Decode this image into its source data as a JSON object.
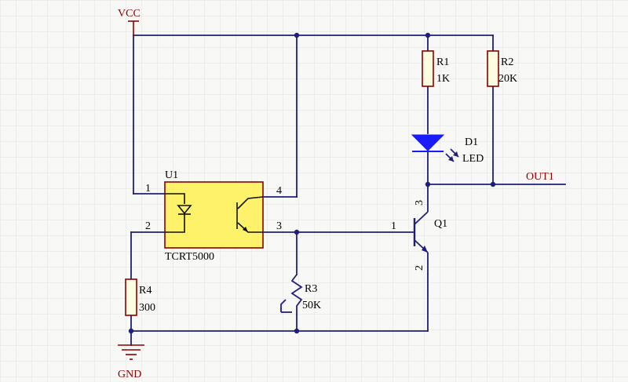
{
  "colors": {
    "wire": "#1f1f7a",
    "pin": "#8b0000",
    "component_fill": "#fffde0",
    "optocoupler_fill": "#fdf26a",
    "led_fill": "#1a1aff",
    "grid": "#e2e2dc"
  },
  "power": {
    "vcc": "VCC",
    "gnd": "GND"
  },
  "nets": {
    "out1": "OUT1"
  },
  "components": {
    "u1": {
      "ref": "U1",
      "value": "TCRT5000",
      "pins": [
        "1",
        "2",
        "3",
        "4"
      ]
    },
    "r1": {
      "ref": "R1",
      "value": "1K"
    },
    "r2": {
      "ref": "R2",
      "value": "20K"
    },
    "d1": {
      "ref": "D1",
      "value": "LED"
    },
    "q1": {
      "ref": "Q1",
      "pins": [
        "1",
        "2",
        "3"
      ]
    },
    "r3": {
      "ref": "R3",
      "value": "50K"
    },
    "r4": {
      "ref": "R4",
      "value": "300"
    }
  }
}
